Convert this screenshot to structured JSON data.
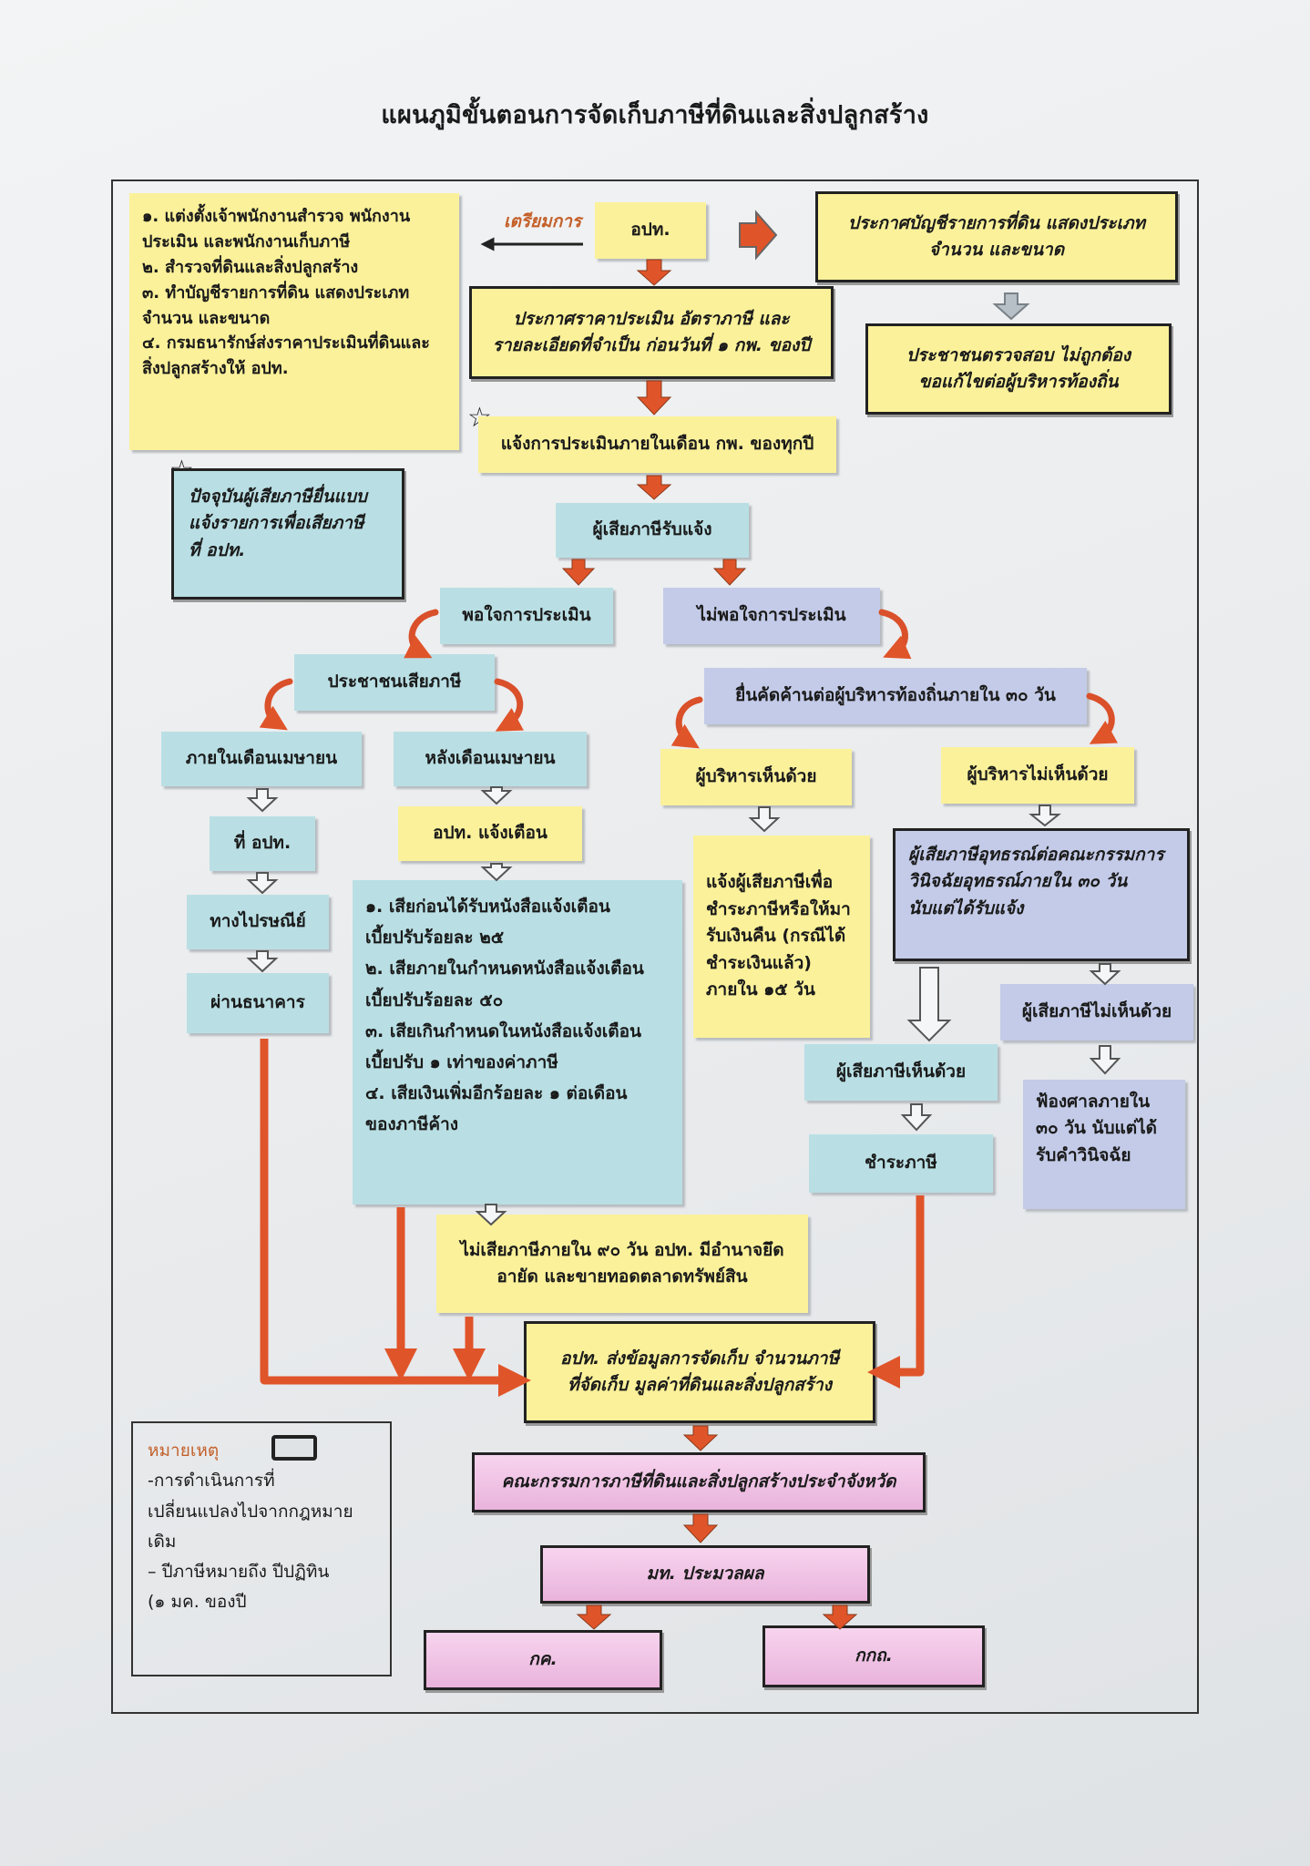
{
  "title": "แผนภูมิขั้นตอนการจัดเก็บภาษีที่ดินและสิ่งปลูกสร้าง",
  "prep_label": "เตรียมการ",
  "star_symbol": "☆",
  "boxes": {
    "prep_list": "๑. แต่งตั้งเจ้าพนักงานสำรวจ พนักงาน\nประเมิน และพนักงานเก็บภาษี\n๒. สำรวจที่ดินและสิ่งปลูกสร้าง\n๓. ทำบัญชีรายการที่ดิน แสดงประเภท\nจำนวน และขนาด\n๔. กรมธนารักษ์ส่งราคาประเมินที่ดินและ\nสิ่งปลูกสร้างให้ อปท.",
    "opt": "อปท.",
    "announce_list": "ประกาศบัญชีรายการที่ดิน แสดงประเภท\nจำนวน และขนาด",
    "announce_price": "ประกาศราคาประเมิน อัตราภาษี และ\nรายละเอียดที่จำเป็น ก่อนวันที่ ๑ กพ. ของปี",
    "public_check": "ประชาชนตรวจสอบ ไม่ถูกต้อง\nขอแก้ไขต่อผู้บริหารท้องถิ่น",
    "notify_assess": "แจ้งการประเมินภายในเดือน กพ. ของทุกปี",
    "current_note": "ปัจจุบันผู้เสียภาษียื่นแบบ\nแจ้งรายการเพื่อเสียภาษี\nที่ อปท.",
    "taxpayer_receive": "ผู้เสียภาษีรับแจ้ง",
    "satisfied": "พอใจการประเมิน",
    "not_satisfied": "ไม่พอใจการประเมิน",
    "public_pay": "ประชาชนเสียภาษี",
    "appeal_local": "ยื่นคัดค้านต่อผู้บริหารท้องถิ่นภายใน ๓๐ วัน",
    "within_april": "ภายในเดือนเมษายน",
    "after_april": "หลังเดือนเมษายน",
    "exec_agree": "ผู้บริหารเห็นด้วย",
    "exec_disagree": "ผู้บริหารไม่เห็นด้วย",
    "at_opt": "ที่ อปท.",
    "opt_warn": "อปท. แจ้งเตือน",
    "notify_refund": "แจ้งผู้เสียภาษีเพื่อ\nชำระภาษีหรือให้มา\nรับเงินคืน (กรณีได้\nชำระเงินแล้ว)\nภายใน ๑๕ วัน",
    "appeal_committee": "ผู้เสียภาษีอุทธรณ์ต่อคณะกรรมการ\nวินิจฉัยอุทธรณ์ภายใน ๓๐ วัน\nนับแต่ได้รับแจ้ง",
    "by_post": "ทางไปรษณีย์",
    "fines": "๑. เสียก่อนได้รับหนังสือแจ้งเตือน\nเบี้ยปรับร้อยละ ๒๕\n๒. เสียภายในกำหนดหนังสือแจ้งเตือน\nเบี้ยปรับร้อยละ ๕๐\n๓. เสียเกินกำหนดในหนังสือแจ้งเตือน\nเบี้ยปรับ ๑ เท่าของค่าภาษี\n๔. เสียเงินเพิ่มอีกร้อยละ ๑ ต่อเดือน\nของภาษีค้าง",
    "by_bank": "ผ่านธนาคาร",
    "taxpayer_disagree": "ผู้เสียภาษีไม่เห็นด้วย",
    "taxpayer_agree": "ผู้เสียภาษีเห็นด้วย",
    "court": "ฟ้องศาลภายใน\n๓๐ วัน นับแต่ได้\nรับคำวินิจฉัย",
    "pay_tax": "ชำระภาษี",
    "seize": "ไม่เสียภาษีภายใน ๙๐ วัน อปท. มีอำนาจยึด\nอายัด และขายทอดตลาดทรัพย์สิน",
    "send_data": "อปท. ส่งข้อมูลการจัดเก็บ จำนวนภาษี\nที่จัดเก็บ มูลค่าที่ดินและสิ่งปลูกสร้าง",
    "provincial": "คณะกรรมการภาษีที่ดินและสิ่งปลูกสร้างประจำจังหวัด",
    "moi": "มท. ประมวลผล",
    "kk": "กค.",
    "kkd": "กกถ."
  },
  "note": {
    "title": "หมายเหตุ",
    "body": "-การดำเนินการที่\nเปลี่ยนแปลงไปจากกฎหมาย\nเดิม\n– ปีภาษีหมายถึง ปีปฏิทิน\n(๑ มค. ของปี"
  },
  "colors": {
    "yellow": "#fbf19a",
    "cyan": "#b9dfe4",
    "lavender": "#c3cbe8",
    "pink": "#efc3e5",
    "arrow_orange": "#e0542a",
    "arrow_outline": "#555555"
  }
}
